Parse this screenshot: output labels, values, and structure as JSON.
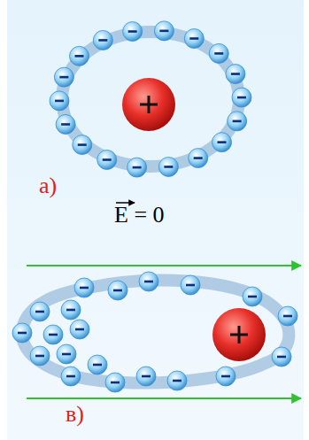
{
  "diagram": {
    "labels": [
      "а)",
      "E = 0",
      "в)"
    ]
  }
}
